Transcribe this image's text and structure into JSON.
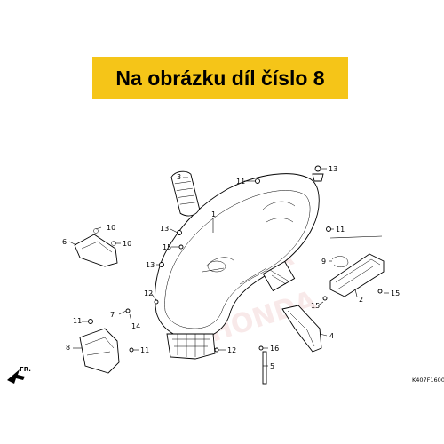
{
  "banner": {
    "text": "Na obrázku díl číslo 8",
    "color": "#f5c518"
  },
  "diagram": {
    "code": "K407F1600",
    "direction": "FR.",
    "watermark": "HONDA",
    "callouts": {
      "c1": "1",
      "c2": "2",
      "c3": "3",
      "c4": "4",
      "c5": "5",
      "c6": "6",
      "c7": "7",
      "c8": "8",
      "c9": "9",
      "c10a": "10",
      "c10b": "10",
      "c11a": "11",
      "c11b": "11",
      "c11c": "11",
      "c11d": "11",
      "c12a": "12",
      "c12b": "12",
      "c13a": "13",
      "c13b": "13",
      "c13c": "13",
      "c14": "14",
      "c15a": "15",
      "c15b": "15",
      "c15c": "15",
      "c16": "16"
    }
  }
}
